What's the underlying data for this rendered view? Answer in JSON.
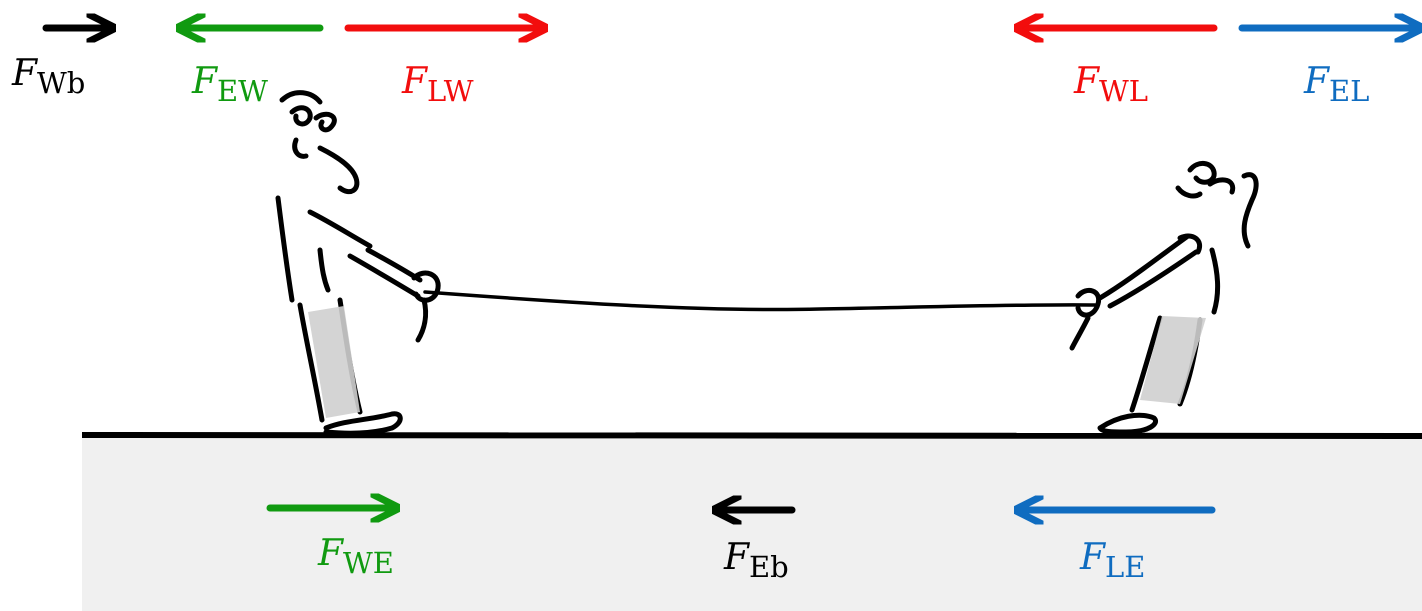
{
  "colors": {
    "black": "#000000",
    "green": "#109a10",
    "red": "#f20d0d",
    "blue": "#0f6cc0",
    "ground": "#f0f0f0"
  },
  "forces": {
    "wb": {
      "symbol": "F",
      "sub": "Wb",
      "direction": "right"
    },
    "ew": {
      "symbol": "F",
      "sub": "EW",
      "direction": "left"
    },
    "lw": {
      "symbol": "F",
      "sub": "LW",
      "direction": "right"
    },
    "wl": {
      "symbol": "F",
      "sub": "WL",
      "direction": "left"
    },
    "el": {
      "symbol": "F",
      "sub": "EL",
      "direction": "right"
    },
    "we": {
      "symbol": "F",
      "sub": "WE",
      "direction": "right"
    },
    "eb": {
      "symbol": "F",
      "sub": "Eb",
      "direction": "left"
    },
    "le": {
      "symbol": "F",
      "sub": "LE",
      "direction": "left"
    }
  }
}
